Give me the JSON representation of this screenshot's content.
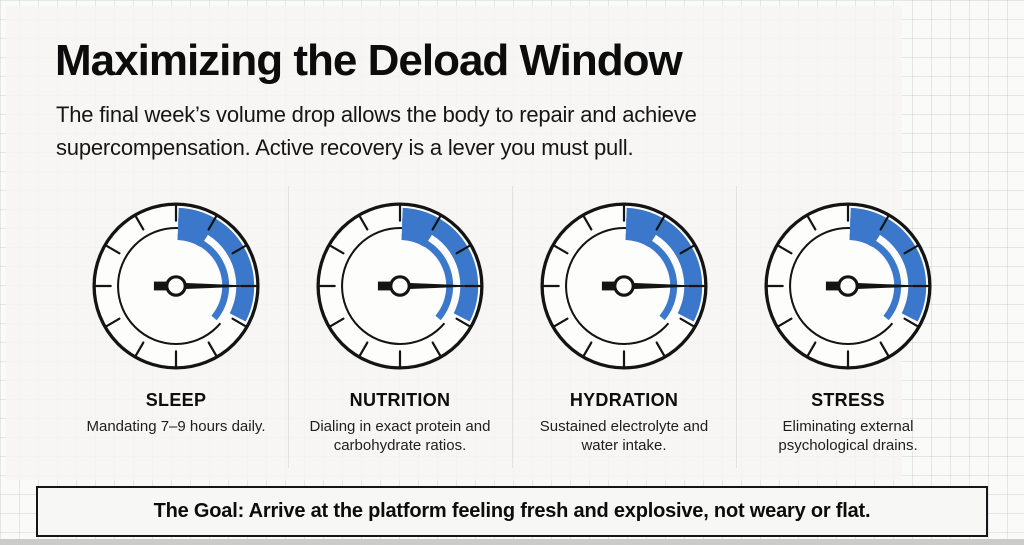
{
  "slide": {
    "title": "Maximizing the Deload Window",
    "subtitle": {
      "line1": "The final week’s volume drop allows the body to repair and achieve",
      "line2": "supercompensation. Active recovery is a lever you must pull."
    }
  },
  "factors": [
    {
      "label": "SLEEP",
      "description": "Mandating 7–9 hours daily."
    },
    {
      "label": "NUTRITION",
      "description": "Dialing in exact protein and carbohydrate ratios."
    },
    {
      "label": "HYDRATION",
      "description": "Sustained electrolyte and water intake."
    },
    {
      "label": "STRESS",
      "description": "Eliminating external psychological drains."
    }
  ],
  "gauges": {
    "type": "speedometer-dial",
    "needle_position": "horizontal-right",
    "blue_band": "from 12 o'clock clockwise to about 4:30",
    "accent_color": "#3B78CB",
    "outline_color": "#141414",
    "face_color": "#FDFDFC"
  },
  "goal": {
    "text": "The Goal: Arrive at the platform feeling fresh and explosive, not weary or flat."
  }
}
